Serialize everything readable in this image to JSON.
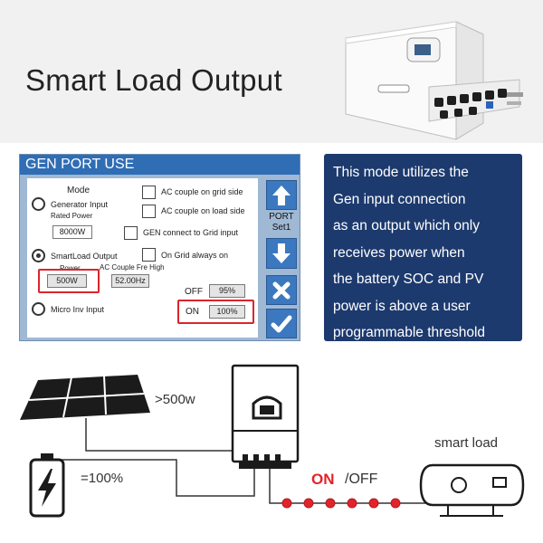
{
  "header": {
    "title": "Smart Load Output"
  },
  "screen": {
    "title": "GEN PORT USE",
    "mode_label": "Mode",
    "generator_input": "Generator Input",
    "rated_power_label": "Rated Power",
    "rated_power_value": "8000W",
    "smartload_output": "SmartLoad Output",
    "power_label": "Power",
    "power_value": "500W",
    "ac_couple_fre_high_label": "AC Couple Fre High",
    "ac_couple_fre_value": "52.00Hz",
    "micro_inv_input": "Micro Inv Input",
    "ac_couple_grid_side": "AC couple on grid side",
    "ac_couple_load_side": "AC couple on load side",
    "gen_connect_grid": "GEN connect to Grid input",
    "on_grid_always_on": "On Grid always on",
    "off_label": "OFF",
    "off_value": "95%",
    "on_label": "ON",
    "on_value": "100%",
    "port_label_1": "PORT",
    "port_label_2": "Set1"
  },
  "info": {
    "lines": [
      "This mode utilizes the",
      "Gen input connection",
      "as an output which only",
      "receives power when",
      "the battery SOC and PV",
      "power is above a user",
      "programmable threshold"
    ]
  },
  "diagram": {
    "pv_power": ">500w",
    "battery_soc": "=100%",
    "smart_load_label": "smart  load",
    "on": "ON",
    "off": "/OFF"
  },
  "colors": {
    "title_bar": "#2f6db5",
    "screen_bg": "#9fb8d4",
    "info_bg": "#1d3a6e",
    "highlight_red": "#d9262c",
    "dot_red": "#e3232a"
  },
  "icons": {
    "up": "arrow-up-icon",
    "down": "arrow-down-icon",
    "cancel": "x-icon",
    "confirm": "check-icon"
  }
}
